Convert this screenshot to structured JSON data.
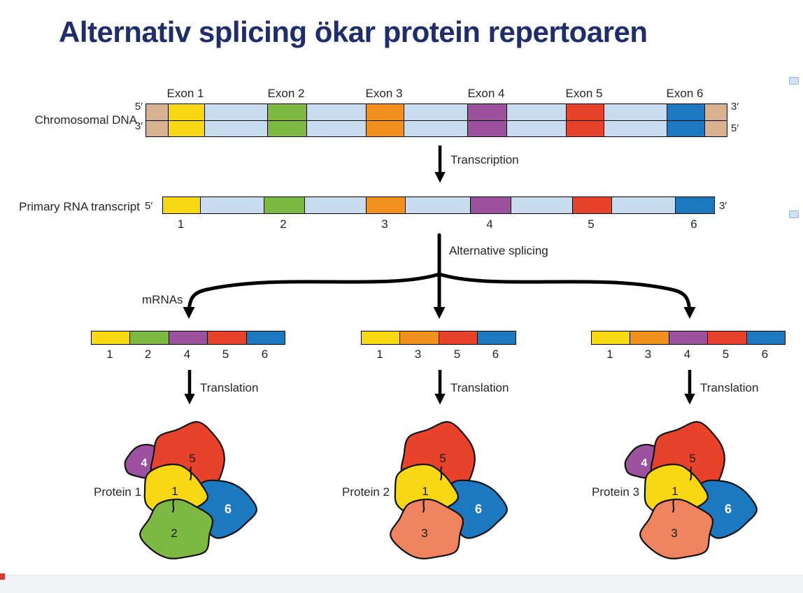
{
  "title": "Alternativ splicing ökar protein repertoaren",
  "colors": {
    "title_text": "#1f2d6b",
    "intron": "#c8dcf0",
    "dna_end": "#d8b28e",
    "exon": {
      "1": "#f8d813",
      "2": "#7db843",
      "3": "#f2901e",
      "4": "#9c529e",
      "5": "#e8432a",
      "6": "#1c79c0"
    },
    "protein_subunit": {
      "1": "#f8d813",
      "2": "#7db843",
      "3": "#f0835f",
      "4": "#9c529e",
      "5": "#e8432a",
      "6": "#1c79c0"
    },
    "protein_number_text": {
      "1": "#1a1a1a",
      "2": "#1a1a1a",
      "3": "#1a1a1a",
      "4": "#ffffff",
      "5": "#1a1a1a",
      "6": "#ffffff"
    }
  },
  "dna": {
    "label": "Chromosomal DNA",
    "left_top_prime": "5′",
    "left_bottom_prime": "3′",
    "right_top_prime": "3′",
    "right_bottom_prime": "5′",
    "exon_labels": [
      "Exon 1",
      "Exon 2",
      "Exon 3",
      "Exon 4",
      "Exon 5",
      "Exon 6"
    ],
    "segments": [
      {
        "type": "end",
        "w": 32
      },
      {
        "type": "exon",
        "exon": "1",
        "w": 52
      },
      {
        "type": "intron",
        "w": 90
      },
      {
        "type": "exon",
        "exon": "2",
        "w": 56
      },
      {
        "type": "intron",
        "w": 86
      },
      {
        "type": "exon",
        "exon": "3",
        "w": 54
      },
      {
        "type": "intron",
        "w": 92
      },
      {
        "type": "exon",
        "exon": "4",
        "w": 56
      },
      {
        "type": "intron",
        "w": 86
      },
      {
        "type": "exon",
        "exon": "5",
        "w": 54
      },
      {
        "type": "intron",
        "w": 90
      },
      {
        "type": "exon",
        "exon": "6",
        "w": 54
      },
      {
        "type": "end",
        "w": 32
      }
    ]
  },
  "transcription": {
    "label": "Transcription"
  },
  "rna": {
    "label": "Primary RNA transcript",
    "left_prime": "5′",
    "right_prime": "3′",
    "exon_numbers": [
      "1",
      "2",
      "3",
      "4",
      "5",
      "6"
    ],
    "segments": [
      {
        "type": "exon",
        "exon": "1",
        "w": 52
      },
      {
        "type": "intron",
        "w": 90
      },
      {
        "type": "exon",
        "exon": "2",
        "w": 56
      },
      {
        "type": "intron",
        "w": 86
      },
      {
        "type": "exon",
        "exon": "3",
        "w": 54
      },
      {
        "type": "intron",
        "w": 92
      },
      {
        "type": "exon",
        "exon": "4",
        "w": 56
      },
      {
        "type": "intron",
        "w": 86
      },
      {
        "type": "exon",
        "exon": "5",
        "w": 54
      },
      {
        "type": "intron",
        "w": 90
      },
      {
        "type": "exon",
        "exon": "6",
        "w": 54
      }
    ]
  },
  "splicing": {
    "label": "Alternative splicing",
    "mrnas_label": "mRNAs"
  },
  "mrnas": [
    {
      "exons": [
        "1",
        "2",
        "4",
        "5",
        "6"
      ]
    },
    {
      "exons": [
        "1",
        "3",
        "5",
        "6"
      ]
    },
    {
      "exons": [
        "1",
        "3",
        "4",
        "5",
        "6"
      ]
    }
  ],
  "translation": {
    "label": "Translation"
  },
  "proteins": [
    {
      "label": "Protein 1",
      "subunits": [
        "4",
        "5",
        "6",
        "1",
        "2"
      ]
    },
    {
      "label": "Protein 2",
      "subunits": [
        "5",
        "6",
        "1",
        "3"
      ]
    },
    {
      "label": "Protein 3",
      "subunits": [
        "4",
        "5",
        "6",
        "1",
        "3"
      ]
    }
  ]
}
